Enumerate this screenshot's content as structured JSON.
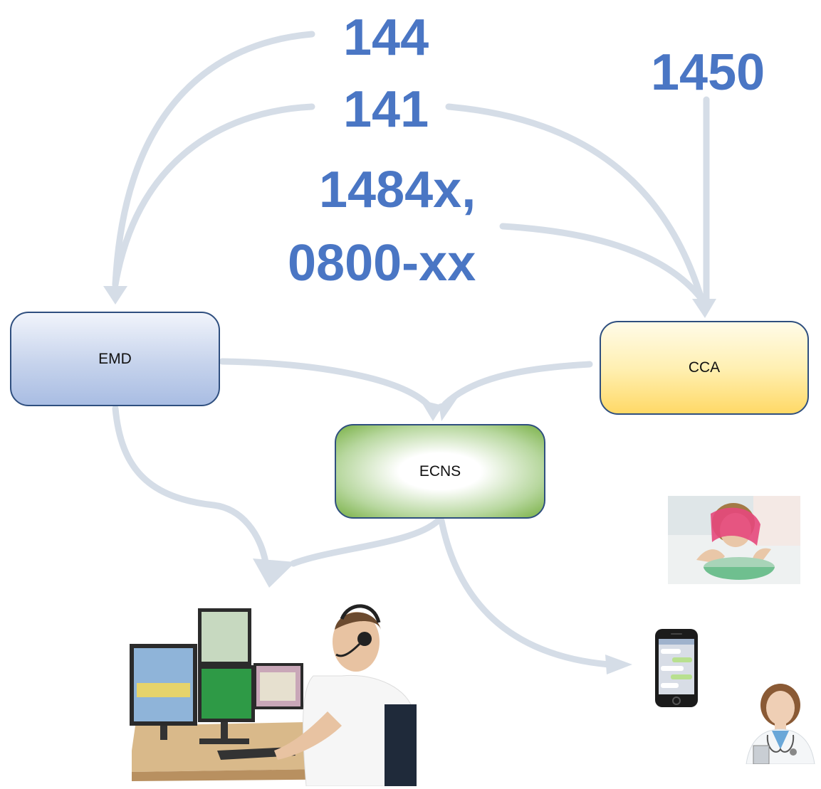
{
  "numbers": {
    "n144": "144",
    "n141": "141",
    "n1484": "1484x,",
    "n0800": "0800-xx",
    "n1450": "1450"
  },
  "boxes": {
    "emd": "EMD",
    "cca": "CCA",
    "ecns": "ECNS"
  },
  "colors": {
    "number_text": "#4a76c4",
    "arrow": "#d5dde7",
    "box_border": "#2f4f7f"
  },
  "icons": {
    "dispatcher": "dispatcher-workstation-photo",
    "patient": "woman-inhaling-steam-photo",
    "phone": "smartphone-chat-icon",
    "doctor": "female-doctor-photo"
  }
}
